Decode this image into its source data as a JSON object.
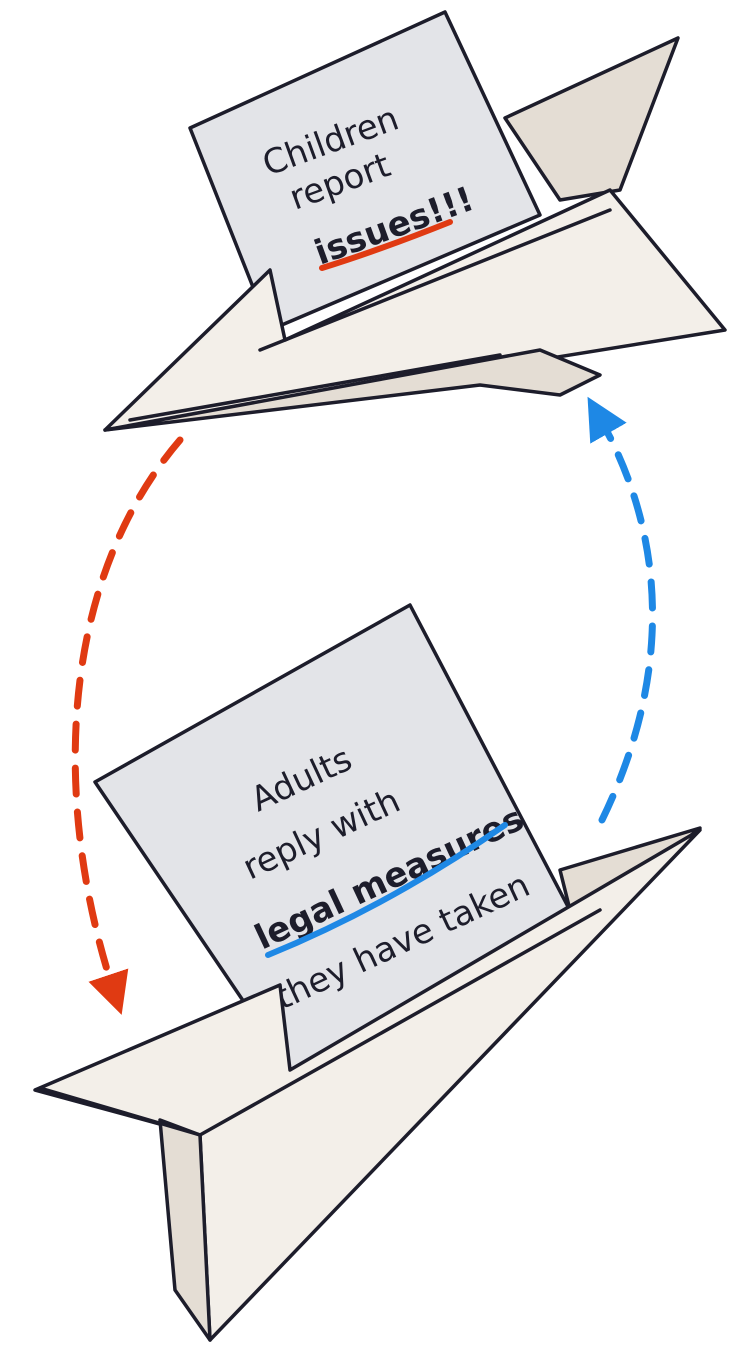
{
  "top_note": {
    "line1": "Children",
    "line2": "report",
    "line3": "issues!!!"
  },
  "bottom_note": {
    "line1": "Adults",
    "line2": "reply with",
    "line3": "legal measures",
    "line4": "they have taken"
  },
  "colors": {
    "paper_plane": "#f3efe9",
    "paper_plane_shade": "#e4ddd4",
    "note_paper": "#e3e4e8",
    "ink": "#1d1d2b",
    "red_accent": "#e03a12",
    "blue_accent": "#1e88e5"
  }
}
